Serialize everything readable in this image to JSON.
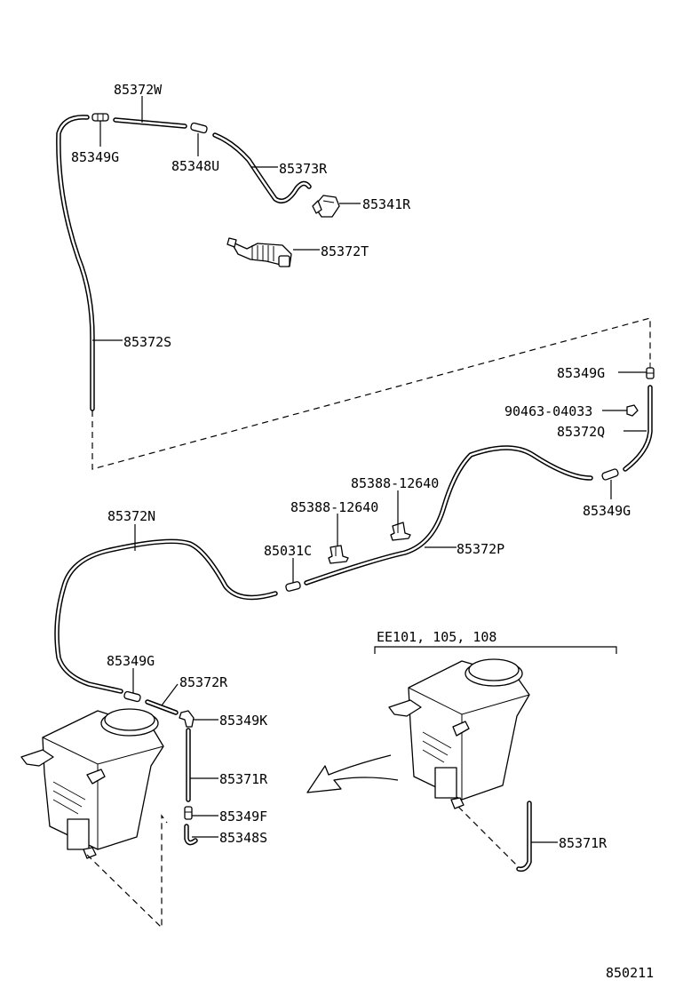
{
  "labels": {
    "p85372W": "85372W",
    "p85349G_a": "85349G",
    "p85348U": "85348U",
    "p85373R": "85373R",
    "p85341R": "85341R",
    "p85372T": "85372T",
    "p85372S": "85372S",
    "p85349G_b": "85349G",
    "p90463": "90463-04033",
    "p85372Q": "85372Q",
    "p85349G_c": "85349G",
    "p85388_a": "85388-12640",
    "p85388_b": "85388-12640",
    "p85372N": "85372N",
    "p85031C": "85031C",
    "p85372P": "85372P",
    "p85349G_d": "85349G",
    "p85372R": "85372R",
    "p85349K": "85349K",
    "p85371R_a": "85371R",
    "p85349F": "85349F",
    "p85348S": "85348S",
    "p85371R_b": "85371R",
    "variant": "EE101, 105, 108",
    "diagram_code": "850211"
  }
}
